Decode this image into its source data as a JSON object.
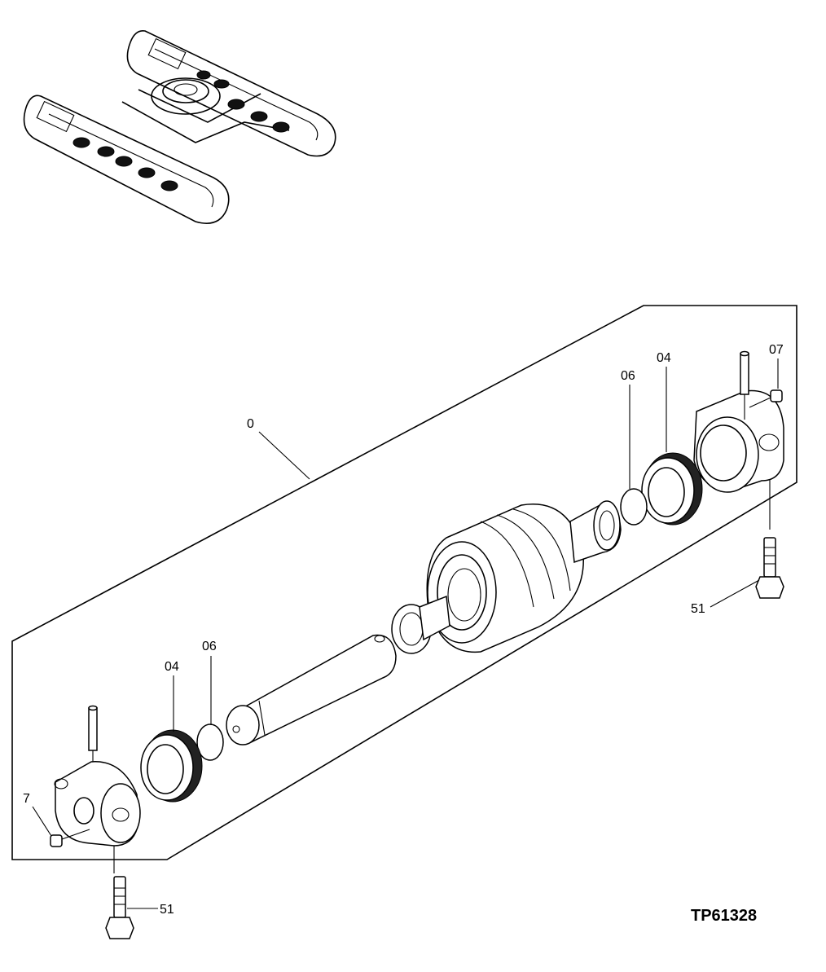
{
  "drawing_id": "TP61328",
  "callouts": {
    "assembly": "0",
    "seal_right": "04",
    "seal_left": "04",
    "oring_right": "06",
    "oring_left": "06",
    "plug_right": "07",
    "plug_left": "7",
    "bolt_right": "51",
    "bolt_left": "51"
  }
}
